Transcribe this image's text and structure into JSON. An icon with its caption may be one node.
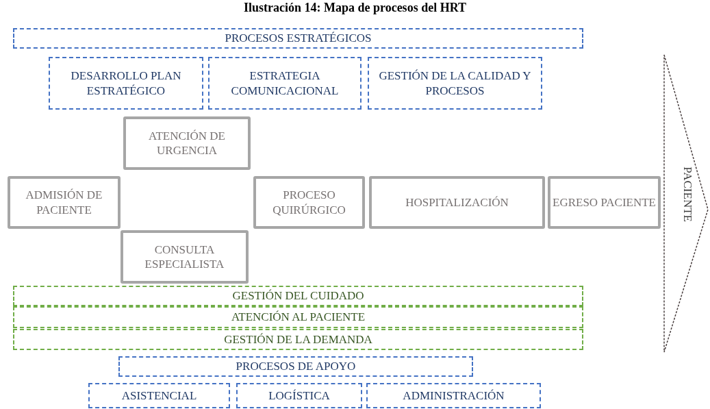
{
  "diagram": {
    "title": "Ilustración 14: Mapa de procesos del HRT",
    "nodes": [
      {
        "text": [
          "PROCESOS ESTRATÉGICOS"
        ]
      },
      {
        "text": [
          "DESARROLLO PLAN ESTRATÉGICO"
        ]
      },
      {
        "text": [
          "ESTRATEGIA COMUNICACIONAL"
        ]
      },
      {
        "text": [
          "GESTIÓN DE LA CALIDAD Y PROCESOS"
        ]
      },
      {
        "text": [
          "ATENCIÓN DE URGENCIA"
        ]
      },
      {
        "text": [
          "ADMISIÓN DE PACIENTE"
        ]
      },
      {
        "text": [
          "PROCESO QUIRÚRGICO"
        ]
      },
      {
        "text": [
          "HOSPITALIZACIÓN"
        ]
      },
      {
        "text": [
          "EGRESO PACIENTE"
        ]
      },
      {
        "text": [
          "CONSULTA ESPECIALISTA"
        ]
      },
      {
        "text": [
          "GESTIÓN DEL CUIDADO"
        ]
      },
      {
        "text": [
          "ATENCIÓN AL PACIENTE"
        ]
      },
      {
        "text": [
          "GESTIÓN DE LA DEMANDA"
        ]
      },
      {
        "text": [
          "PROCESOS DE APOYO"
        ]
      },
      {
        "text": [
          "ASISTENCIAL"
        ]
      },
      {
        "text": [
          "LOGÍSTICA"
        ]
      },
      {
        "text": [
          "ADMINISTRACIÓN"
        ]
      },
      {
        "text": [
          "PACIENTE"
        ]
      }
    ]
  }
}
